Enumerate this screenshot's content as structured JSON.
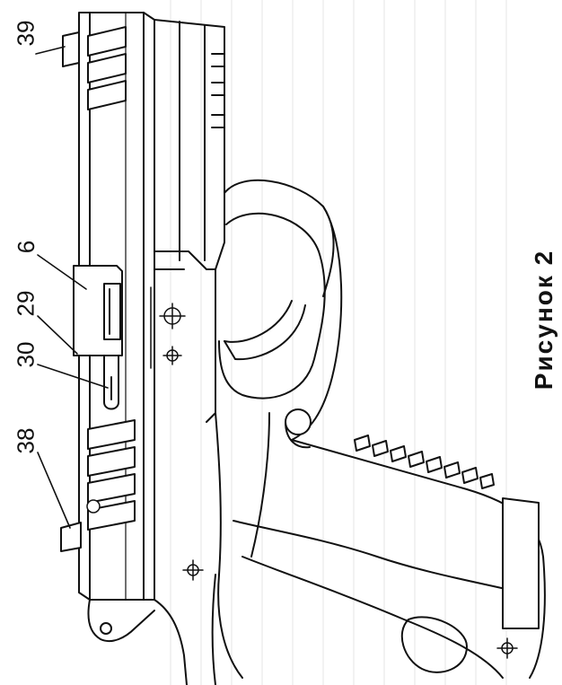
{
  "figure": {
    "caption": "Рисунок 2",
    "callouts": [
      {
        "id": "callout-39",
        "label": "39"
      },
      {
        "id": "callout-6",
        "label": "6"
      },
      {
        "id": "callout-29",
        "label": "29"
      },
      {
        "id": "callout-30",
        "label": "30"
      },
      {
        "id": "callout-38",
        "label": "38"
      }
    ]
  },
  "colors": {
    "line": "#111111",
    "paper_rule": "#e6e6e6",
    "background": "#ffffff"
  }
}
